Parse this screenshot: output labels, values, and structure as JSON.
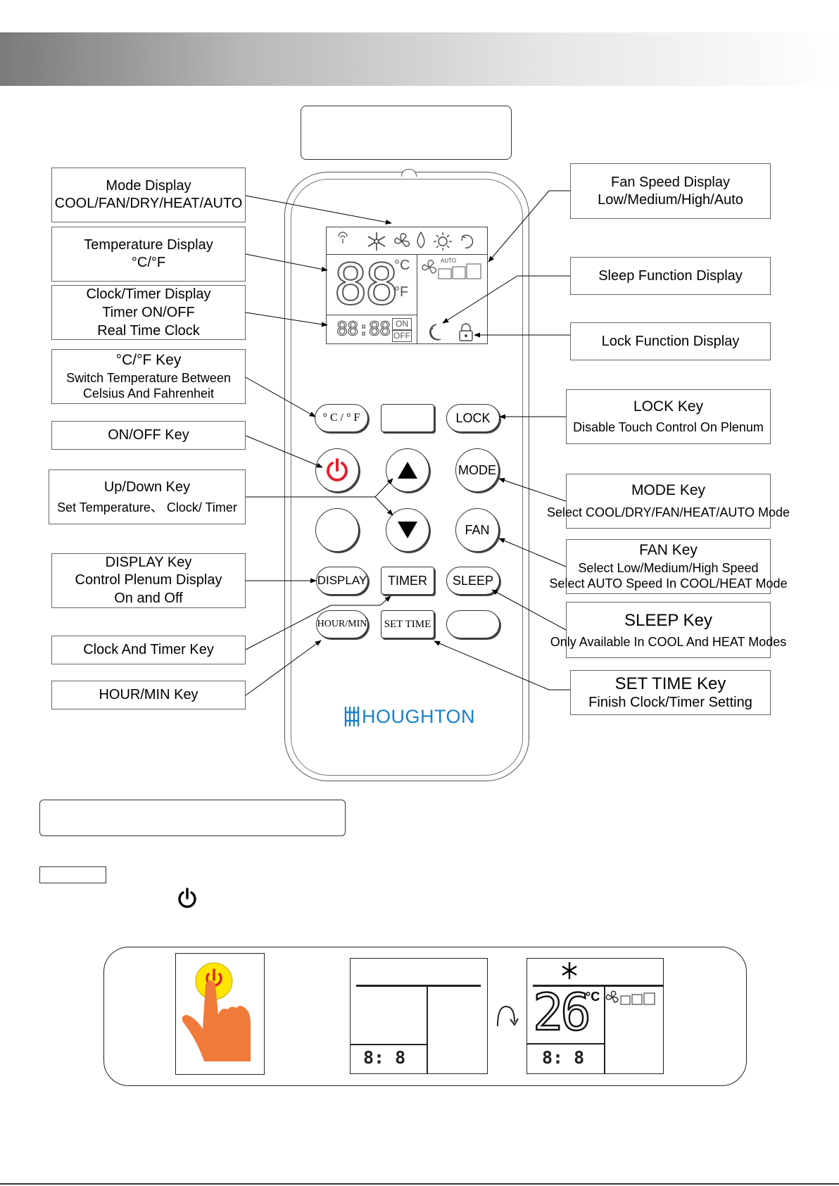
{
  "left_labels": [
    {
      "lines": [
        "Mode Display",
        "COOL/FAN/DRY/HEAT/AUTO"
      ]
    },
    {
      "lines": [
        "Temperature Display",
        "°C/°F"
      ]
    },
    {
      "lines": [
        "Clock/Timer Display",
        "Timer ON/OFF",
        "Real Time Clock"
      ]
    },
    {
      "lines": [
        "°C/°F  Key",
        "Switch Temperature Between",
        "Celsius And Fahrenheit"
      ]
    },
    {
      "lines": [
        "ON/OFF  Key"
      ]
    },
    {
      "lines": [
        "Up/Down Key",
        "Set Temperature、 Clock/ Timer"
      ]
    },
    {
      "lines": [
        "DISPLAY Key",
        "Control Plenum Display",
        "On and Off"
      ]
    },
    {
      "lines": [
        "Clock And Timer Key"
      ]
    },
    {
      "lines": [
        "HOUR/MIN Key"
      ]
    }
  ],
  "right_labels": [
    {
      "lines": [
        "Fan Speed Display",
        "Low/Medium/High/Auto"
      ]
    },
    {
      "lines": [
        "Sleep Function Display"
      ]
    },
    {
      "lines": [
        "Lock Function Display"
      ]
    },
    {
      "lines": [
        "LOCK Key",
        "Disable Touch Control On Plenum"
      ]
    },
    {
      "lines": [
        "MODE Key",
        "Select COOL/DRY/FAN/HEAT/AUTO Mode"
      ]
    },
    {
      "lines": [
        "FAN Key",
        "Select Low/Medium/High Speed",
        "Select AUTO Speed In COOL/HEAT Mode"
      ]
    },
    {
      "lines": [
        "SLEEP Key",
        "Only Available In COOL And HEAT Modes"
      ]
    },
    {
      "lines": [
        "SET TIME Key",
        "Finish  Clock/Timer Setting"
      ]
    }
  ],
  "keys": {
    "cf": "° C / ° F",
    "lock": "LOCK",
    "mode": "MODE",
    "fan": "FAN",
    "display": "DISPLAY",
    "timer": "TIMER",
    "sleep": "SLEEP",
    "hour_min": "HOUR/MIN",
    "set_time": "SET TIME"
  },
  "lcd": {
    "temp_digits": "88",
    "clock": "88:88",
    "on": "ON",
    "off": "OFF",
    "auto": "AUTO"
  },
  "brand": "HOUGHTON",
  "example": {
    "clock_before": "8: 8",
    "temp_after": "26",
    "clock_after": "8: 8"
  },
  "colors": {
    "power": "#e0212b",
    "brand": "#1a7fc8",
    "hand": "#f07a3a",
    "highlight": "#ffe600"
  }
}
